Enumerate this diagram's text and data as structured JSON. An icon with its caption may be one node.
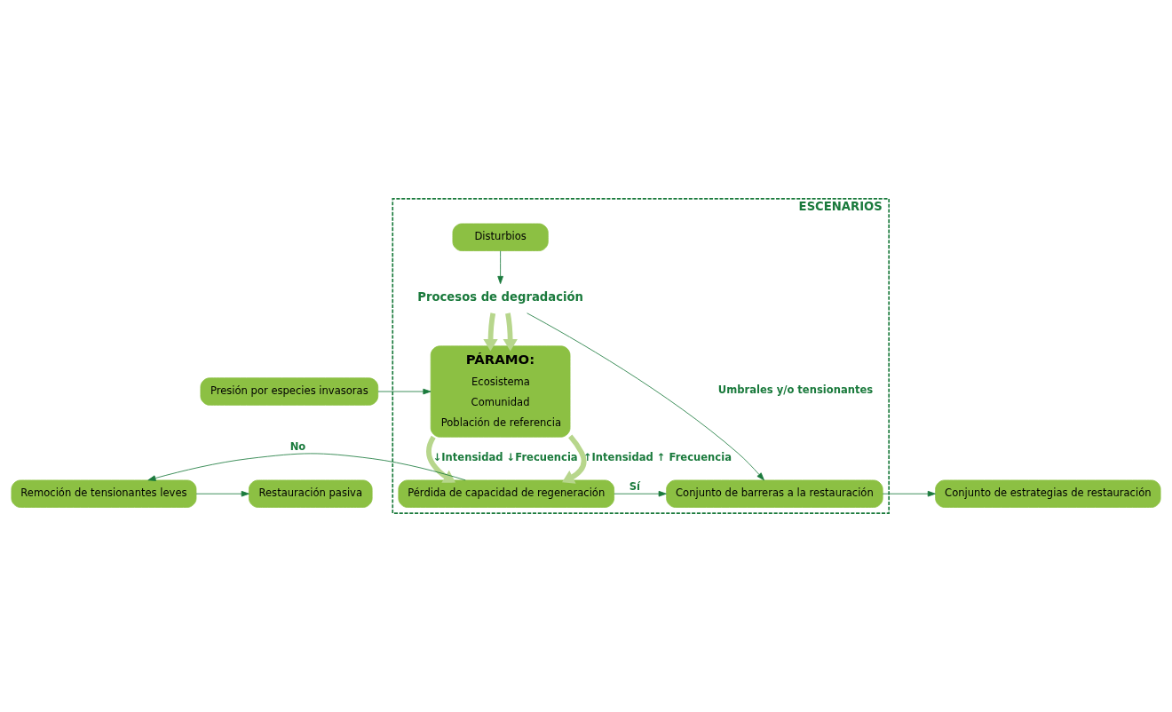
{
  "diagram": {
    "nodes": [
      {
        "text": [
          "ESCENARIOS"
        ]
      },
      {
        "text": [
          "Disturbios"
        ],
        "in": 0
      },
      {
        "text": [
          "Procesos de degradación"
        ],
        "in": 0
      },
      {
        "text": [
          "PÁRAMO:",
          "Ecosistema",
          "Comunidad",
          "Población de referencia"
        ],
        "in": 0
      },
      {
        "text": [
          "Presión por especies invasoras"
        ]
      },
      {
        "text": [
          "Pérdida de capacidad de regeneración"
        ],
        "in": 0
      },
      {
        "text": [
          "Conjunto de barreras a la restauración"
        ],
        "in": 0
      },
      {
        "text": [
          "Remoción de tensionantes leves"
        ]
      },
      {
        "text": [
          "Restauración pasiva"
        ]
      },
      {
        "text": [
          "Conjunto de estrategias de restauración"
        ]
      }
    ],
    "edges": [
      {
        "from": 1,
        "to": 2,
        "arrow": "to"
      },
      {
        "from": 2,
        "to": 3,
        "arrow": "to",
        "style": "thick",
        "color": "#b7d68c"
      },
      {
        "from": 2,
        "to": 3,
        "arrow": "to",
        "style": "thick",
        "color": "#b7d68c"
      },
      {
        "from": 4,
        "to": 3,
        "arrow": "to"
      },
      {
        "from": 3,
        "to": 5,
        "arrow": "to",
        "style": "thick",
        "color": "#b7d68c",
        "label": "↓Intensidad ↓Frecuencia"
      },
      {
        "from": 3,
        "to": 5,
        "arrow": "to",
        "style": "thick",
        "color": "#b7d68c",
        "label": "↑Intensidad ↑ Frecuencia"
      },
      {
        "from": 2,
        "to": 6,
        "arrow": "to",
        "label": "Umbrales y/o tensionantes"
      },
      {
        "from": 5,
        "to": 7,
        "arrow": "to",
        "label": "No"
      },
      {
        "from": 7,
        "to": 8,
        "arrow": "to"
      },
      {
        "from": 5,
        "to": 6,
        "arrow": "to",
        "label": "Sí"
      },
      {
        "from": 6,
        "to": 9,
        "arrow": "to"
      }
    ]
  }
}
